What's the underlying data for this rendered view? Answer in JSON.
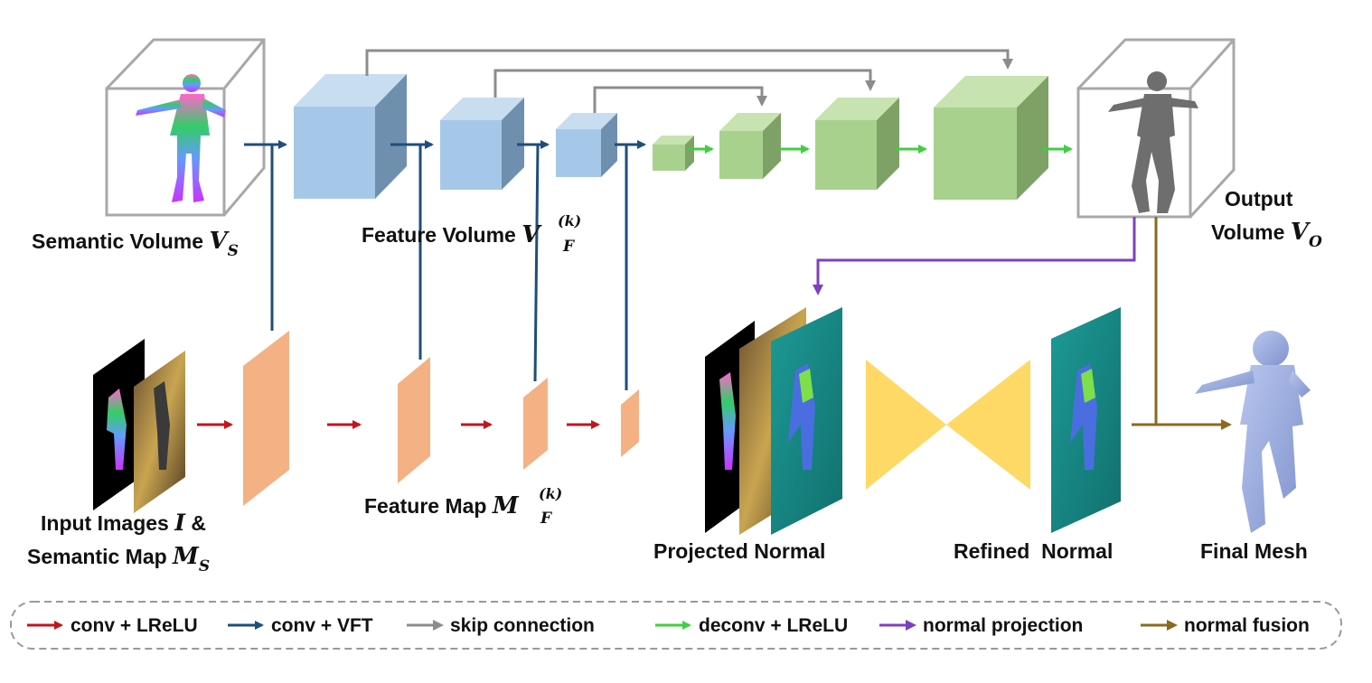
{
  "colors": {
    "conv_lrelu": "#c0161c",
    "conv_vft": "#1f4e79",
    "skip": "#8c8c8c",
    "deconv": "#3fcf3f",
    "normal_projection": "#7f3fbf",
    "normal_fusion": "#8a6a1e",
    "encoder_cube": "#a6c8e8",
    "decoder_cube": "#a9d18e",
    "feature_map": "#f4b183",
    "refiner": "#ffd966",
    "normal_map": "#1a8a8a"
  },
  "labels": {
    "semantic_volume": "Semantic Volume",
    "semantic_volume_sym": "V",
    "semantic_volume_sub": "S",
    "feature_volume": "Feature Volume",
    "feature_volume_sym": "V",
    "feature_volume_sub": "F",
    "feature_volume_sup": "(k)",
    "output_volume_line1": "Output",
    "output_volume_line2": "Volume",
    "output_volume_sym": "V",
    "output_volume_sub": "O",
    "input_images_line1": "Input Images",
    "input_images_sym": "I",
    "input_images_amp": "&",
    "semantic_map_line2": "Semantic Map",
    "semantic_map_sym": "M",
    "semantic_map_sub": "S",
    "feature_map": "Feature Map",
    "feature_map_sym": "M",
    "feature_map_sub": "F",
    "feature_map_sup": "(k)",
    "projected_normal": "Projected Normal",
    "refined_normal": "Refined  Normal",
    "final_mesh": "Final Mesh"
  },
  "legend": [
    {
      "label": "conv + LReLU",
      "color_key": "conv_lrelu"
    },
    {
      "label": "conv + VFT",
      "color_key": "conv_vft"
    },
    {
      "label": "skip connection",
      "color_key": "skip"
    },
    {
      "label": "deconv + LReLU",
      "color_key": "deconv"
    },
    {
      "label": "normal projection",
      "color_key": "normal_projection"
    },
    {
      "label": "normal fusion",
      "color_key": "normal_fusion"
    }
  ]
}
